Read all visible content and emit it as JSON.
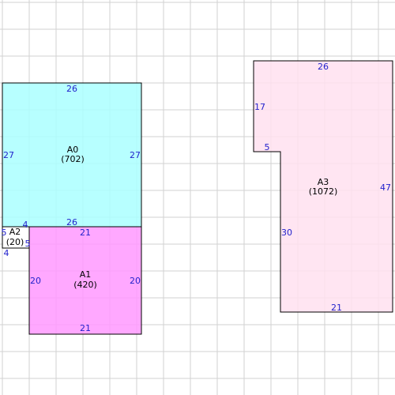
{
  "colors": {
    "grid": "#d2d2d2",
    "outline": "#000000",
    "dimension_text": "#2222cc",
    "label_text": "#000000",
    "A0_fill": "#aaffff",
    "A1_fill": "#ff99ff",
    "A2_fill": "#ffffff",
    "A3_fill": "#ffe0f0"
  },
  "shapes": [
    {
      "id": "A0",
      "label": "A0",
      "area": "(702)"
    },
    {
      "id": "A1",
      "label": "A1",
      "area": "(420)"
    },
    {
      "id": "A2",
      "label": "A2",
      "area": "(20)"
    },
    {
      "id": "A3",
      "label": "A3",
      "area": "(1072)"
    }
  ],
  "dimensions": {
    "A0": {
      "top": "26",
      "left": "27",
      "right": "27",
      "bottom": "26",
      "bottom_left": "4"
    },
    "A1": {
      "top": "21",
      "left": "20",
      "right": "20",
      "bottom": "21"
    },
    "A2": {
      "left": "5",
      "right": "5",
      "bottom": "4"
    },
    "A3": {
      "top": "26",
      "left_upper": "17",
      "notch": "5",
      "left_lower": "30",
      "right": "47",
      "bottom": "21"
    }
  }
}
